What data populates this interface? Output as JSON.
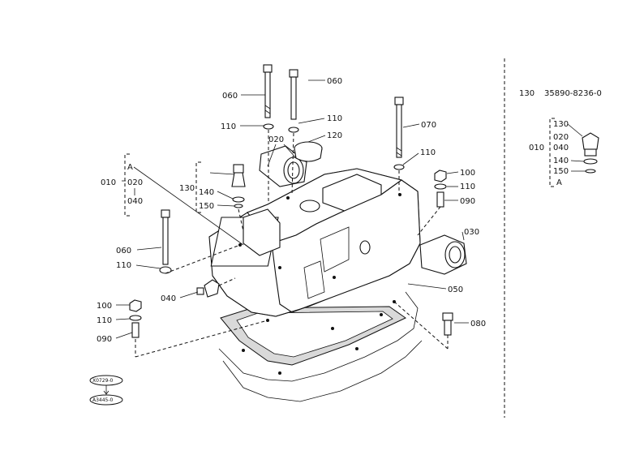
{
  "header": {
    "ref_no": "130",
    "part_no": "35890-8236-0"
  },
  "callouts": {
    "c060a": "060",
    "c060b": "060",
    "c110a": "110",
    "c110b": "110",
    "c020": "020",
    "c120": "120",
    "c070": "070",
    "c110c": "110",
    "c100a": "100",
    "c110d": "110",
    "c090a": "090",
    "c030": "030",
    "c050": "050",
    "c080": "080",
    "c010a": "010",
    "c020a": "020",
    "c040a": "040",
    "cA": "A",
    "c130a": "130",
    "c140a": "140",
    "c150a": "150",
    "c060c": "060",
    "c110e": "110",
    "c040b": "040",
    "c100b": "100",
    "c110f": "110",
    "c090b": "090"
  },
  "side_group": {
    "c130": "130",
    "c010": "010",
    "c020": "020",
    "c040": "040",
    "c140": "140",
    "c150": "150",
    "cA": "A"
  },
  "serial_ovals": {
    "top": "X0729-0",
    "bottom": "A3445-0"
  }
}
